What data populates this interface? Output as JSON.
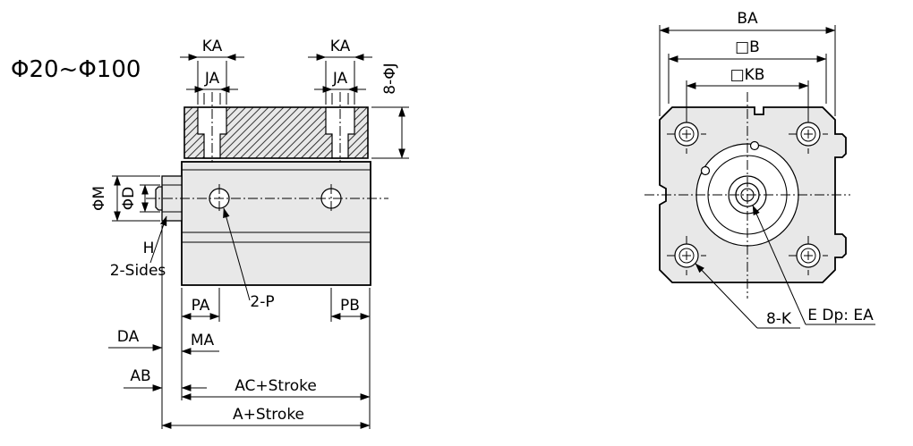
{
  "title": "Φ20~Φ100",
  "side_view": {
    "dims": {
      "ka_left": "KA",
      "ka_right": "KA",
      "ja_left": "JA",
      "ja_right": "JA",
      "j_holes": "8-ΦJ",
      "m_dia": "ΦM",
      "d_dia": "ΦD",
      "h_flat": "H",
      "two_sides": "2-Sides",
      "pa": "PA",
      "ports": "2-P",
      "pb": "PB",
      "da": "DA",
      "ma": "MA",
      "ab": "AB",
      "ac_stroke": "AC+Stroke",
      "a_stroke": "A+Stroke"
    }
  },
  "front_view": {
    "dims": {
      "ba": "BA",
      "b_square": "□B",
      "kb_square": "□KB",
      "k_holes": "8-K",
      "e_depth": "E Dp: EA"
    }
  }
}
